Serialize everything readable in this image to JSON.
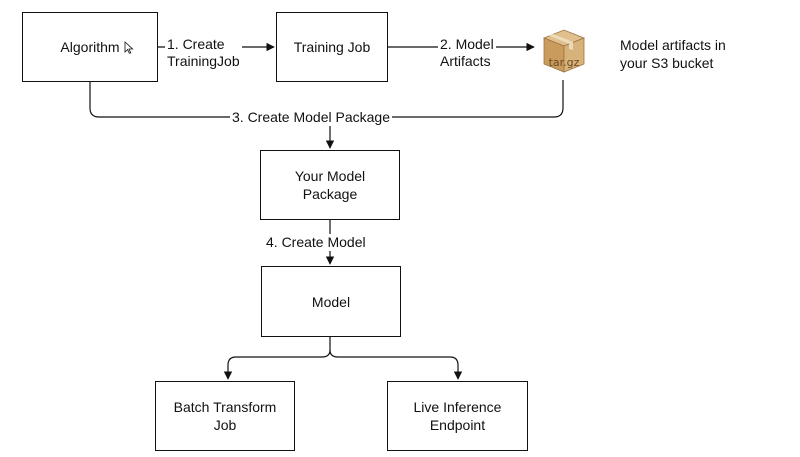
{
  "nodes": {
    "algorithm": "Algorithm",
    "training_job": "Training Job",
    "model_package": "Your Model\nPackage",
    "model": "Model",
    "batch_transform": "Batch Transform\nJob",
    "live_inference": "Live Inference\nEndpoint"
  },
  "edges": {
    "create_training_job": "1. Create\nTrainingJob",
    "model_artifacts": "2. Model\nArtifacts",
    "create_model_package": "3. Create Model Package",
    "create_model": "4. Create Model"
  },
  "archive": {
    "label": "tar.gz",
    "icon": "package-box-icon",
    "caption": "Model artifacts in\nyour S3 bucket"
  },
  "colors": {
    "stroke": "#111111",
    "box_light": "#d7b27b",
    "box_dark": "#a67a44",
    "tape": "#efe2c5"
  }
}
